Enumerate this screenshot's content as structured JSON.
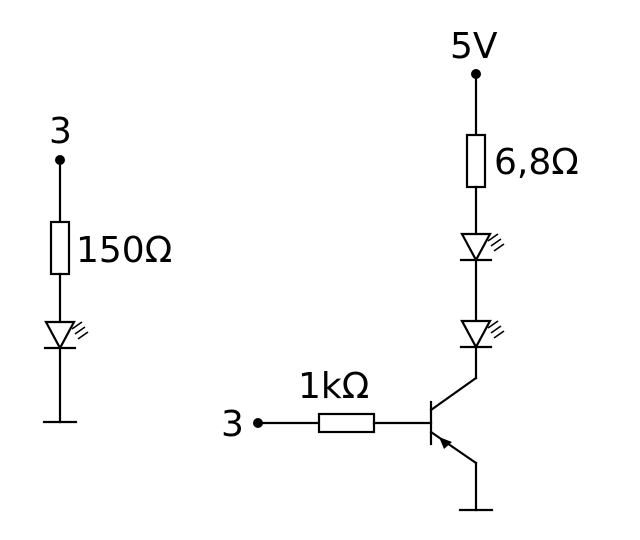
{
  "left_circuit": {
    "source_label": "3",
    "resistor_value": "150Ω"
  },
  "right_circuit": {
    "supply_label": "5V",
    "resistor_value": "6,8Ω",
    "base_resistor_value": "1kΩ",
    "input_label": "3"
  },
  "icons": [
    "resistor-icon",
    "led-icon",
    "npn-transistor-icon",
    "ground-icon"
  ]
}
